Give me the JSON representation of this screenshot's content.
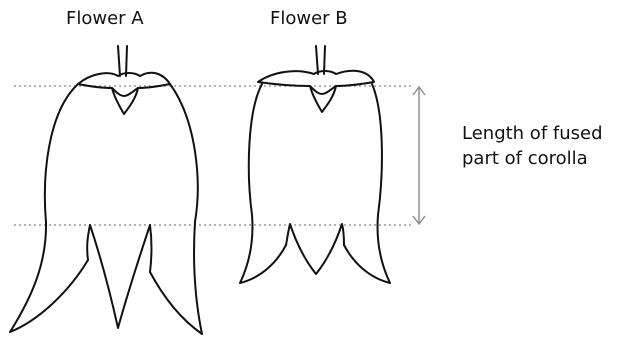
{
  "flowers": {
    "a": {
      "label": "Flower A"
    },
    "b": {
      "label": "Flower B"
    }
  },
  "annotation": {
    "line1": "Length of fused",
    "line2": "part of corolla"
  },
  "colors": {
    "outline": "#111111",
    "guide": "#9a9a9a",
    "arrow": "#8a8a8a"
  }
}
